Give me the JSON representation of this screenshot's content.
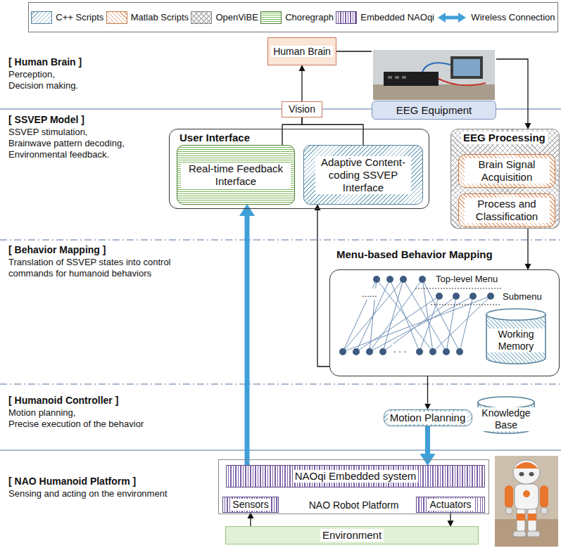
{
  "diagram": {
    "nodes": [
      {
        "text": [
          "Human Brain"
        ]
      },
      {
        "text": [
          "EEG Equipment"
        ]
      },
      {
        "text": [
          "Vision"
        ]
      },
      {
        "text": [
          "User Interface"
        ]
      },
      {
        "text": [
          "Real-time Feedback Interface"
        ],
        "in": 3
      },
      {
        "text": [
          "Adaptive Content-coding SSVEP Interface"
        ],
        "in": 3
      },
      {
        "text": [
          "EEG Processing"
        ]
      },
      {
        "text": [
          "Brain Signal Acquisition"
        ],
        "in": 6
      },
      {
        "text": [
          "Process and Classification"
        ],
        "in": 6
      },
      {
        "text": [
          "Menu-based Behavior Mapping"
        ]
      },
      {
        "text": [
          "Working Memory"
        ],
        "in": 9
      },
      {
        "text": [
          "Motion Planning"
        ]
      },
      {
        "text": [
          "Knowledge Base"
        ]
      },
      {
        "text": [
          "NAO Robot Platform"
        ]
      },
      {
        "text": [
          "NAOqi Embedded system"
        ],
        "in": 13
      },
      {
        "text": [
          "Sensors"
        ],
        "in": 13
      },
      {
        "text": [
          "Actuators"
        ],
        "in": 13
      },
      {
        "text": [
          "Environment"
        ]
      }
    ],
    "edges": [
      {
        "from": 0,
        "to": 1,
        "arrow": "none"
      },
      {
        "from": 1,
        "to": 6,
        "arrow": "to"
      },
      {
        "from": 2,
        "to": 0,
        "arrow": "to"
      },
      {
        "from": 4,
        "to": 2,
        "arrow": "none"
      },
      {
        "from": 5,
        "to": 2,
        "arrow": "none"
      },
      {
        "from": 6,
        "to": 9,
        "arrow": "to"
      },
      {
        "from": 9,
        "to": 5,
        "arrow": "to"
      },
      {
        "from": 9,
        "to": 11,
        "arrow": "to"
      },
      {
        "from": 11,
        "to": 14,
        "arrow": "to"
      },
      {
        "from": 14,
        "to": 4,
        "arrow": "to"
      },
      {
        "from": 17,
        "to": 15,
        "arrow": "to"
      },
      {
        "from": 16,
        "to": 17,
        "arrow": "to"
      }
    ],
    "labels": [
      "[ Human Brain ]",
      "Perception,",
      "Decision making.",
      "[ SSVEP Model ]",
      "SSVEP stimulation,",
      "Brainwave pattern decoding,",
      "Environmental feedback.",
      "[ Behavior Mapping ]",
      "Translation of SSVEP states into control commands for humanoid behaviors",
      "[ Humanoid Controller ]",
      "Motion planning,",
      "Precise execution of the behavior",
      "[ NAO Humanoid Platform ]",
      "Sensing and acting on the environment",
      "Top-level Menu",
      "Submenu",
      "......",
      ". . ."
    ],
    "legend": [
      {
        "text": "C++ Scripts"
      },
      {
        "text": "Matlab Scripts"
      },
      {
        "text": "OpenViBE"
      },
      {
        "text": "Choregraph"
      },
      {
        "text": "Embedded NAOqi"
      },
      {
        "text": "Wireless Connection"
      }
    ]
  }
}
